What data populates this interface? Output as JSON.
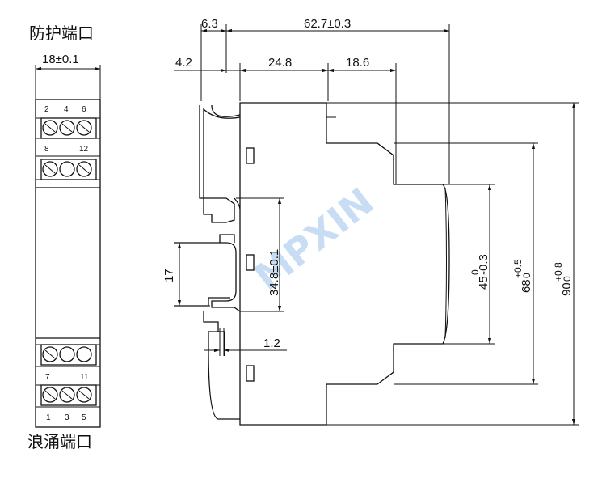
{
  "ports": {
    "protection": "防护端口",
    "surge": "浪涌端口"
  },
  "front_view": {
    "width_dim": "18±0.1",
    "top_terminal_numbers_row1": [
      "2",
      "4",
      "6"
    ],
    "top_terminal_numbers_row2": [
      "8",
      "12"
    ],
    "bottom_terminal_numbers_row1": [
      "7",
      "11"
    ],
    "bottom_terminal_numbers_row2": [
      "1",
      "3",
      "5"
    ]
  },
  "side_view": {
    "dims": {
      "d_6_3": "6.3",
      "d_62_7": "62.7±0.3",
      "d_4_2": "4.2",
      "d_24_8": "24.8",
      "d_18_6": "18.6",
      "d_17": "17",
      "d_34_8": "34.8±0.1",
      "d_1_2": "1.2"
    },
    "tol_45": {
      "base": "45",
      "upper": "0",
      "lower": "-0.3"
    },
    "tol_68": {
      "base": "68",
      "upper": "+0.5",
      "lower": "0"
    },
    "tol_90": {
      "base": "90",
      "upper": "+0.8",
      "lower": "0"
    }
  },
  "watermark": "MPXIN",
  "colors": {
    "line": "#111111",
    "watermark": "#9cc3ea"
  }
}
